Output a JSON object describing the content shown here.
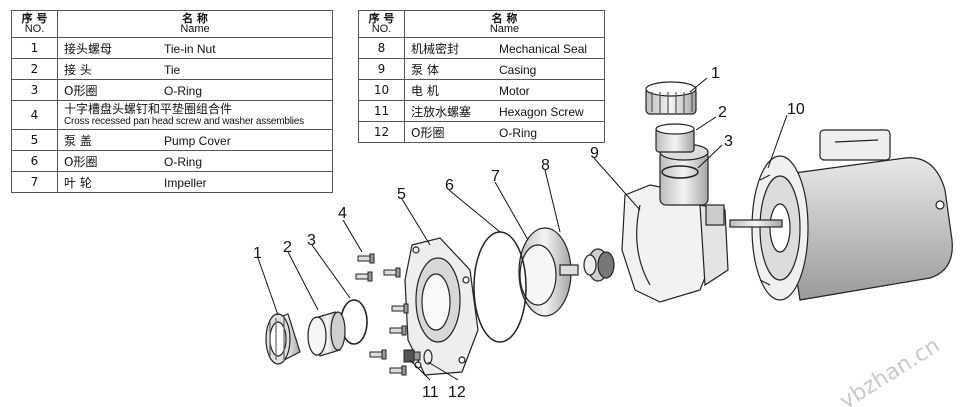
{
  "table_left": {
    "header": {
      "no_cn": "序 号",
      "no_en": "NO.",
      "name_cn": "名 称",
      "name_en": "Name"
    },
    "rows": [
      {
        "no": "1",
        "cn": "接头螺母",
        "en": "Tie-in Nut"
      },
      {
        "no": "2",
        "cn": "接 头",
        "en": "Tie"
      },
      {
        "no": "3",
        "cn": "O形圈",
        "en": "O-Ring"
      },
      {
        "no": "4",
        "cn": "十字槽盘头螺钉和平垫圈组合件",
        "en": "Cross recessed pan head screw and washer assemblies"
      },
      {
        "no": "5",
        "cn": "泵 盖",
        "en": "Pump Cover"
      },
      {
        "no": "6",
        "cn": "O形圈",
        "en": "O-Ring"
      },
      {
        "no": "7",
        "cn": "叶 轮",
        "en": "Impeller"
      }
    ]
  },
  "table_right": {
    "header": {
      "no_cn": "序 号",
      "no_en": "NO.",
      "name_cn": "名 称",
      "name_en": "Name"
    },
    "rows": [
      {
        "no": "8",
        "cn": "机械密封",
        "en": "Mechanical Seal"
      },
      {
        "no": "9",
        "cn": "泵 体",
        "en": "Casing"
      },
      {
        "no": "10",
        "cn": "电 机",
        "en": "Motor"
      },
      {
        "no": "11",
        "cn": "注放水螺塞",
        "en": "Hexagon Screw"
      },
      {
        "no": "12",
        "cn": "O形圈",
        "en": "O-Ring"
      }
    ]
  },
  "callouts": [
    "1",
    "2",
    "3",
    "4",
    "5",
    "6",
    "7",
    "8",
    "9",
    "10",
    "1",
    "2",
    "3",
    "11",
    "12"
  ],
  "watermark": "ybzhan.cn"
}
